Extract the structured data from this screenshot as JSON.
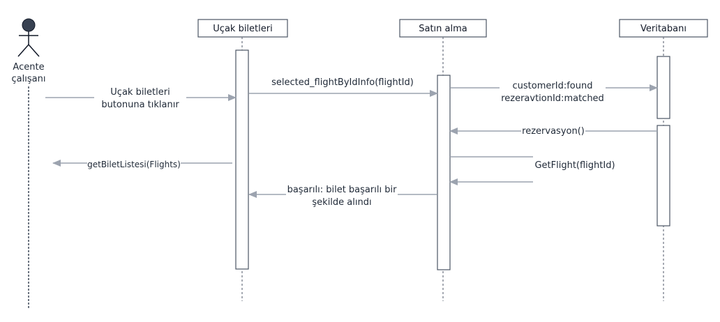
{
  "actor": {
    "line1": "Acente",
    "line2": "çalışanı"
  },
  "participants": {
    "tickets": "Uçak biletleri",
    "purchase": "Satın alma",
    "database": "Veritabanı"
  },
  "messages": {
    "m1_line1": "Uçak biletleri",
    "m1_line2": "butonuna tıklanır",
    "m2": "selected_flightByIdInfo(flightId)",
    "m3_line1": "customerId:found",
    "m3_line2": "rezeravtionId:matched",
    "m4": "rezervasyon()",
    "m5": "getBiletListesi(Flights)",
    "m6": "GetFlight(flightId)",
    "m7_line1": "başarılı: bilet başarılı bir",
    "m7_line2": "şekilde alındı"
  },
  "colors": {
    "line": "#9ca3af",
    "border": "#4b5563",
    "actor_head": "#374151"
  }
}
